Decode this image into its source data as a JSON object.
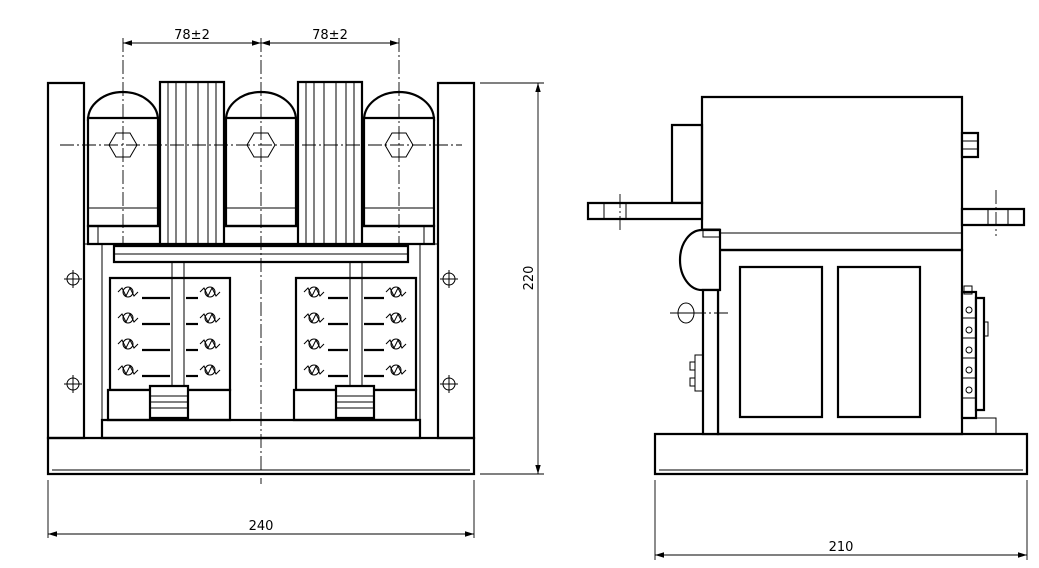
{
  "dimensions": {
    "spacing_left": "78±2",
    "spacing_right": "78±2",
    "height": "220",
    "width_front": "240",
    "depth_side": "210"
  }
}
